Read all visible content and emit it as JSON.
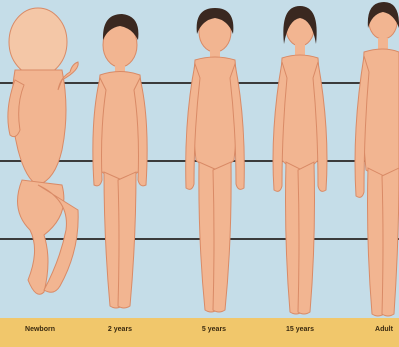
{
  "colors": {
    "background": "#c5dde8",
    "skin": "#f2b591",
    "skin_shadow": "#d98a66",
    "hair": "#3a2820",
    "baby_hair": "#f4c7a7",
    "line": "#3b3b3b",
    "label_bar": "#f1c76b"
  },
  "labels": [
    "Newborn",
    "2 years",
    "5 years",
    "15 years",
    "Adult"
  ]
}
